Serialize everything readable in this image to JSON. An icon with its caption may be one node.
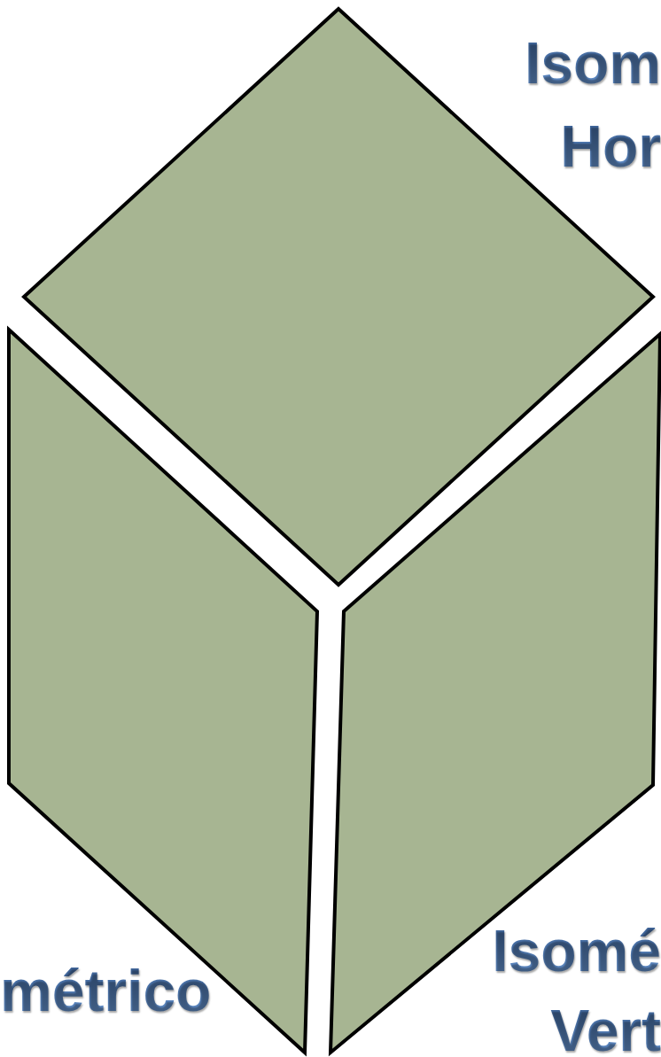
{
  "diagram": {
    "nodes": [
      {
        "text": [],
        "shape": "diamond"
      },
      {
        "text": [],
        "shape": "parallelogram"
      },
      {
        "text": [],
        "shape": "parallelogram"
      }
    ],
    "labels": [
      "Isom",
      "Hor",
      "métrico",
      "Isomé",
      "Vert"
    ]
  }
}
